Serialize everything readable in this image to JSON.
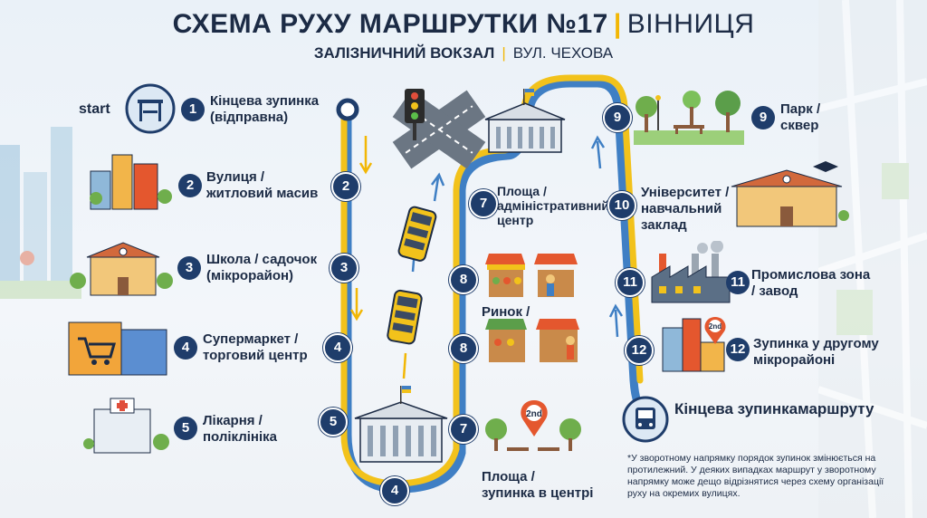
{
  "header": {
    "title_main": "СХЕМА РУХУ МАРШРУТКИ №17",
    "title_sep": "|",
    "title_city": "ВІННИЦЯ",
    "from": "ЗАЛІЗНИЧНИЙ ВОКЗАЛ",
    "to_sep": "|",
    "to": "ВУЛ. ЧЕХОВА"
  },
  "start_label": "start",
  "stops_left": [
    {
      "num": "1",
      "line1": "Кінцева зупинка",
      "line2": "(відправна)"
    },
    {
      "num": "2",
      "line1": "Вулиця /",
      "line2": "житловий масив"
    },
    {
      "num": "3",
      "line1": "Школа / садочок",
      "line2": "(мікрорайон)"
    },
    {
      "num": "4",
      "line1": "Супермаркет /",
      "line2": "торговий центр"
    },
    {
      "num": "5",
      "line1": "Лікарня /",
      "line2": "поліклініка"
    }
  ],
  "route_numbers": {
    "r2": "2",
    "r3": "3",
    "r4a": "4",
    "r5": "5",
    "r4b": "4",
    "r7a": "7",
    "r8a": "8",
    "r8b": "8",
    "r7b": "7",
    "r9": "9",
    "r10": "10",
    "r11": "11",
    "r12": "12"
  },
  "stops_center": [
    {
      "id": "admin",
      "num": "7",
      "line1": "Площа /",
      "line2": "адміністративний",
      "line3": "центр"
    },
    {
      "id": "market",
      "line1": "Ринок /"
    },
    {
      "id": "square",
      "line1": "Площа /",
      "line2": "зупинка в центрі"
    }
  ],
  "stops_right": [
    {
      "num": "9",
      "line1": "Парк /",
      "line2": "сквер"
    },
    {
      "num": "10",
      "line1": "Університет /",
      "line2": "навчальний",
      "line3": "заклад"
    },
    {
      "num": "11",
      "line1": "Промислова зона",
      "line2": "/ завод"
    },
    {
      "num": "12",
      "line1": "Зупинка у другому",
      "line2": "мікрорайоні"
    }
  ],
  "end_stop": {
    "line1": "Кінцева зупинка",
    "line2": "маршруту"
  },
  "badge_2nd": "2nd",
  "note": "*У зворотному напрямку порядок зупинок змінюється на протилежний. У деяких випадках маршрут у зворотному напрямку може дещо відрізнятися через схему організації руху на окремих вулицях.",
  "colors": {
    "navy": "#1f3d6b",
    "yellow": "#f2c21b",
    "blue": "#3f7fc4",
    "accent_red": "#e4572e",
    "green": "#6fae4c"
  }
}
